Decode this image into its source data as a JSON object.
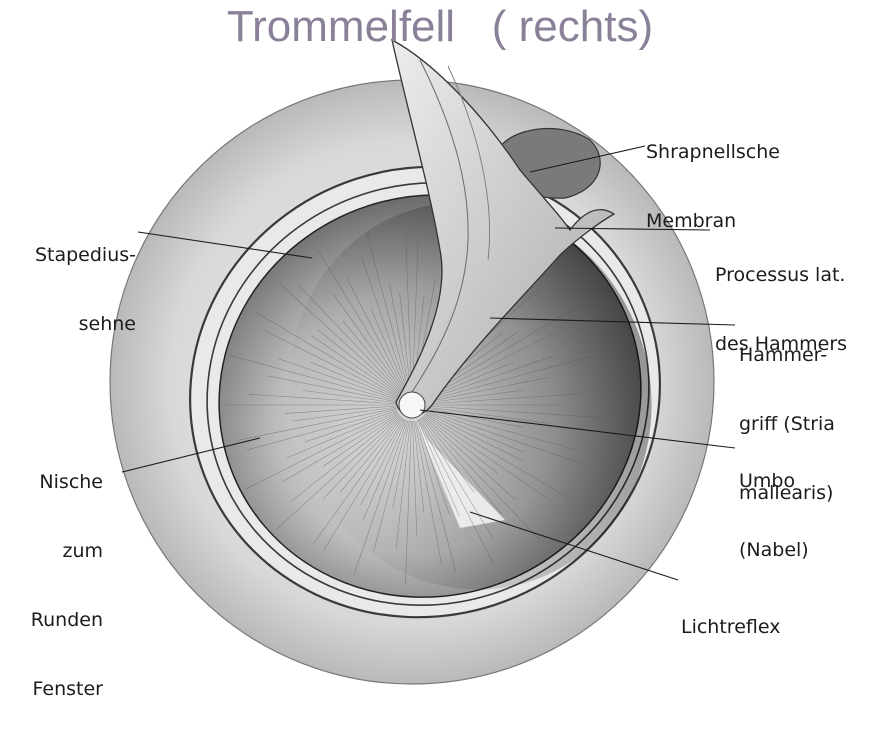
{
  "title": "Trommelfell   ( rechts)",
  "labels": {
    "shrapnell": [
      "Shrapnellsche",
      "Membran"
    ],
    "processus": [
      "Processus lat.",
      "des Hammers"
    ],
    "hammergriff": [
      "Hammer-",
      "griff (Stria",
      "mallearis)"
    ],
    "umbo": [
      "Umbo",
      "(Nabel)"
    ],
    "lichtreflex": [
      "Lichtreflex"
    ],
    "stapedius": [
      "Stapedius-",
      "sehne"
    ],
    "nische": [
      "Nische",
      "zum",
      "Runden",
      "Fenster"
    ]
  },
  "colors": {
    "title": "#8a8098",
    "ink": "#1c1c1c",
    "shade": "#6e6e6e"
  }
}
